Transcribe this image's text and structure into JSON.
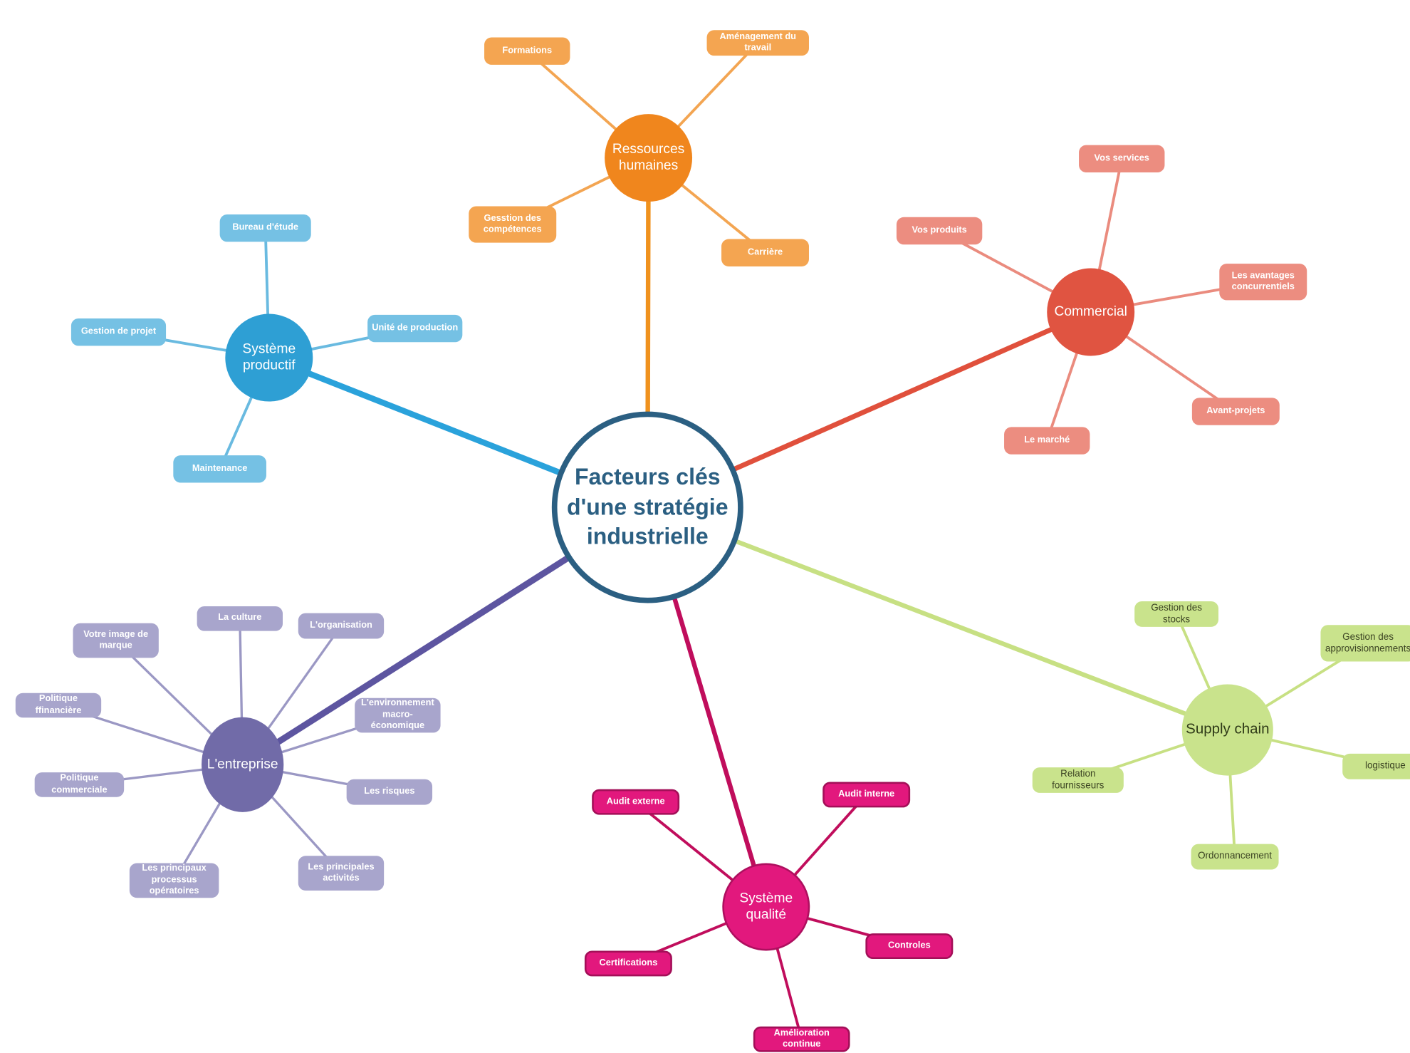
{
  "center": {
    "label": "Facteurs clés d'une stratégie industrielle",
    "border_color": "#2B5F82",
    "text_color": "#2B5F82"
  },
  "clusters": [
    {
      "name": "Ressources humaines",
      "label": "Ressources humaines",
      "hub_color": "#F0861D",
      "leaf_color": "#F4A551",
      "link_color": "#F0921E",
      "leaves": [
        {
          "label": "Formations"
        },
        {
          "label": "Aménagement du travail"
        },
        {
          "label": "Gesstion des compétences"
        },
        {
          "label": "Carrière"
        }
      ]
    },
    {
      "name": "Système productif",
      "label": "Système productif",
      "hub_color": "#2E9FD4",
      "leaf_color": "#75C1E4",
      "link_color": "#2AA2DB",
      "leaves": [
        {
          "label": "Bureau d'étude"
        },
        {
          "label": "Gestion de projet"
        },
        {
          "label": "Unité de production"
        },
        {
          "label": "Maintenance"
        }
      ]
    },
    {
      "name": "Commercial",
      "label": "Commercial",
      "hub_color": "#E05441",
      "leaf_color": "#EC8D80",
      "link_color": "#E0503C",
      "leaves": [
        {
          "label": "Vos services"
        },
        {
          "label": "Vos produits"
        },
        {
          "label": "Les avantages concurrentiels"
        },
        {
          "label": "Avant-projets"
        },
        {
          "label": "Le marché"
        }
      ]
    },
    {
      "name": "L'entreprise",
      "label": "L'entreprise",
      "hub_color": "#716BA8",
      "leaf_color": "#A8A5CC",
      "link_color": "#5D55A0",
      "leaves": [
        {
          "label": "La culture"
        },
        {
          "label": "L'organisation"
        },
        {
          "label": "Votre image de marque"
        },
        {
          "label": "Politique ffinancière"
        },
        {
          "label": "Politique commerciale"
        },
        {
          "label": "Les principaux processus opératoires"
        },
        {
          "label": "Les principales activités"
        },
        {
          "label": "Les risques"
        },
        {
          "label": "L'environnement macro-économique"
        }
      ]
    },
    {
      "name": "Système qualité",
      "label": "Système qualité",
      "hub_color": "#E2187D",
      "leaf_color": "#E2187D",
      "link_color": "#C00D5C",
      "leaves": [
        {
          "label": "Audit externe"
        },
        {
          "label": "Audit interne"
        },
        {
          "label": "Controles"
        },
        {
          "label": "Certifications"
        },
        {
          "label": "Amélioration continue"
        }
      ]
    },
    {
      "name": "Supply chain",
      "label": "Supply chain",
      "hub_color": "#C9E38C",
      "leaf_color": "#C9E38C",
      "link_color": "#C7E083",
      "leaves": [
        {
          "label": "Gestion des stocks"
        },
        {
          "label": "Gestion des approvisionnements"
        },
        {
          "label": "logistique"
        },
        {
          "label": "Relation fournisseurs"
        },
        {
          "label": "Ordonnancement"
        }
      ]
    }
  ]
}
